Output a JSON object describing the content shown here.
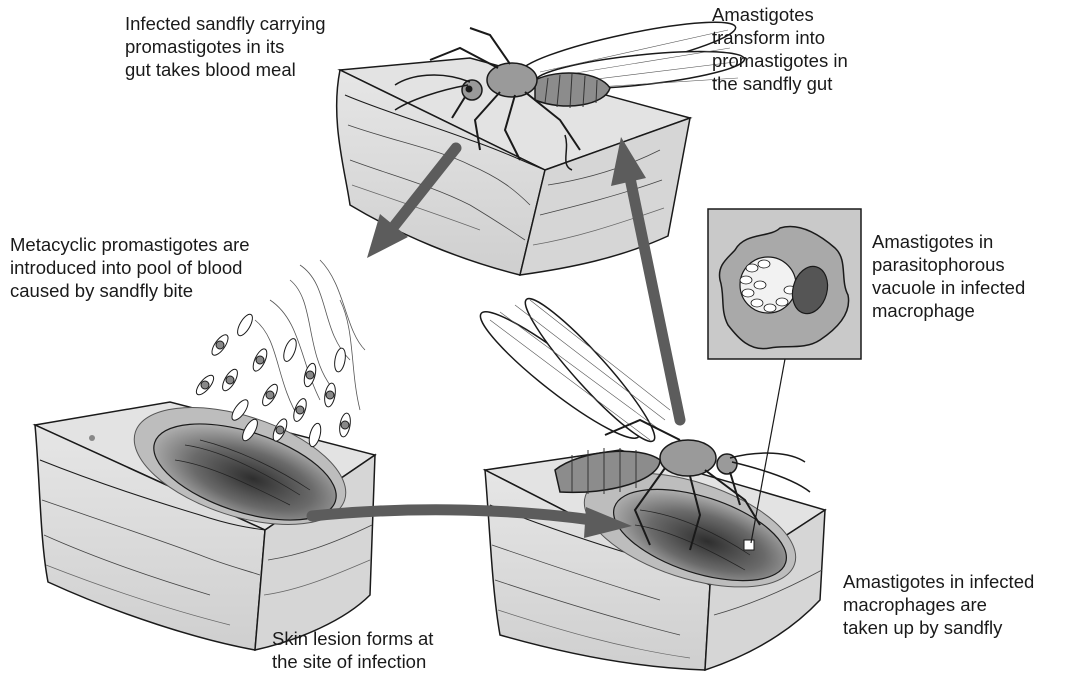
{
  "labels": {
    "sandfly_bite": "Infected sandfly carrying\npromastigotes in its\ngut takes blood meal",
    "amastigote_transform": "Amastigotes\ntransform into\npromastigotes in\nthe sandfly gut",
    "metacyclic": "Metacyclic promastigotes are\nintroduced into pool of blood\ncaused by sandfly bite",
    "vacuole": "Amastigotes in\nparasitophorous\nvacuole in infected\nmacrophage",
    "taken_up": "Amastigotes in infected\nmacrophages are\ntaken up by sandfly",
    "lesion": "Skin lesion forms at\nthe site of infection"
  },
  "colors": {
    "arrow": "#5c5c5c",
    "skin_top": "#e2e2e2",
    "skin_side": "#d2d2d2",
    "inset_bg": "#c9c9c9",
    "macrophage": "#a9a9a9",
    "vacuole": "#f2f2f2",
    "nucleus": "#555555"
  }
}
